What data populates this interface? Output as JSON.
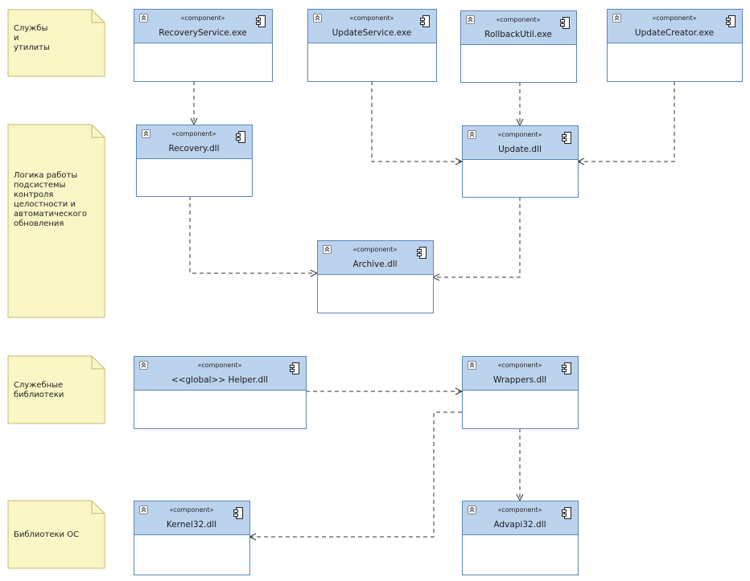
{
  "colors": {
    "header_fill": "#bcd3ee",
    "box_border": "#5b86b8",
    "note_fill": "#fbf6c6",
    "note_border": "#c8b86a",
    "connector": "#333333"
  },
  "notes": [
    {
      "id": "n1",
      "lines": [
        "Службы",
        "и",
        "утилиты"
      ]
    },
    {
      "id": "n2",
      "lines": [
        "Логика работы",
        "подсистемы",
        "контроля",
        "целостности и",
        "автоматического",
        "обновления"
      ]
    },
    {
      "id": "n3",
      "lines": [
        "Служебные",
        "библиотеки"
      ]
    },
    {
      "id": "n4",
      "lines": [
        "Библиотеки ОС"
      ]
    }
  ],
  "components": [
    {
      "id": "recoveryservice",
      "stereotype": "«component»",
      "name": "RecoveryService.exe"
    },
    {
      "id": "updateservice",
      "stereotype": "«component»",
      "name": "UpdateService.exe"
    },
    {
      "id": "rollbackutil",
      "stereotype": "«component»",
      "name": "RollbackUtil.exe"
    },
    {
      "id": "updatecreator",
      "stereotype": "«component»",
      "name": "UpdateCreator.exe"
    },
    {
      "id": "recoverydll",
      "stereotype": "«component»",
      "name": "Recovery.dll"
    },
    {
      "id": "updatedll",
      "stereotype": "«component»",
      "name": "Update.dll"
    },
    {
      "id": "archivedll",
      "stereotype": "«component»",
      "name": "Archive.dll"
    },
    {
      "id": "helperdll",
      "stereotype": "«component»",
      "name": "<<global>> Helper.dll"
    },
    {
      "id": "wrappersdll",
      "stereotype": "«component»",
      "name": "Wrappers.dll"
    },
    {
      "id": "kernel32dll",
      "stereotype": "«component»",
      "name": "Kernel32.dll"
    },
    {
      "id": "advapi32dll",
      "stereotype": "«component»",
      "name": "Advapi32.dll"
    }
  ],
  "dependencies": [
    {
      "from": "recoveryservice",
      "to": "recoverydll"
    },
    {
      "from": "updateservice",
      "to": "updatedll"
    },
    {
      "from": "rollbackutil",
      "to": "updatedll"
    },
    {
      "from": "updatecreator",
      "to": "updatedll"
    },
    {
      "from": "recoverydll",
      "to": "archivedll"
    },
    {
      "from": "updatedll",
      "to": "archivedll"
    },
    {
      "from": "helperdll",
      "to": "wrappersdll"
    },
    {
      "from": "wrappersdll",
      "to": "kernel32dll"
    },
    {
      "from": "wrappersdll",
      "to": "advapi32dll"
    }
  ]
}
